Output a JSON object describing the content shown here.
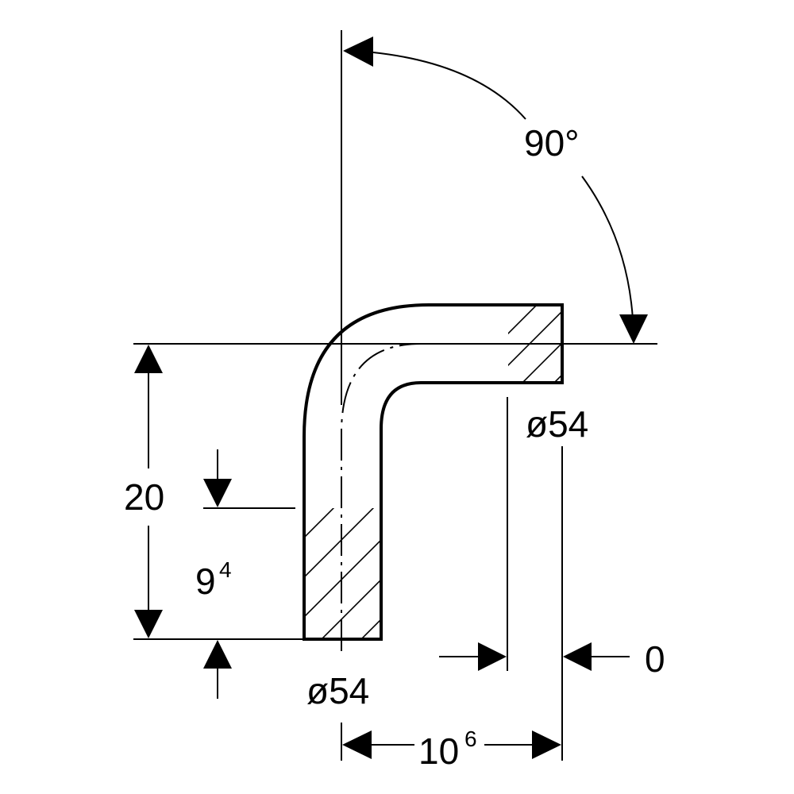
{
  "drawing": {
    "angle_label": "90°",
    "height_label": "20",
    "offset_label_base": "9",
    "offset_label_sup": "4",
    "diameter_top_label": "ø54",
    "diameter_bottom_label": "ø54",
    "width_label_base": "10",
    "width_label_sup": "6",
    "zero_label": "0"
  }
}
